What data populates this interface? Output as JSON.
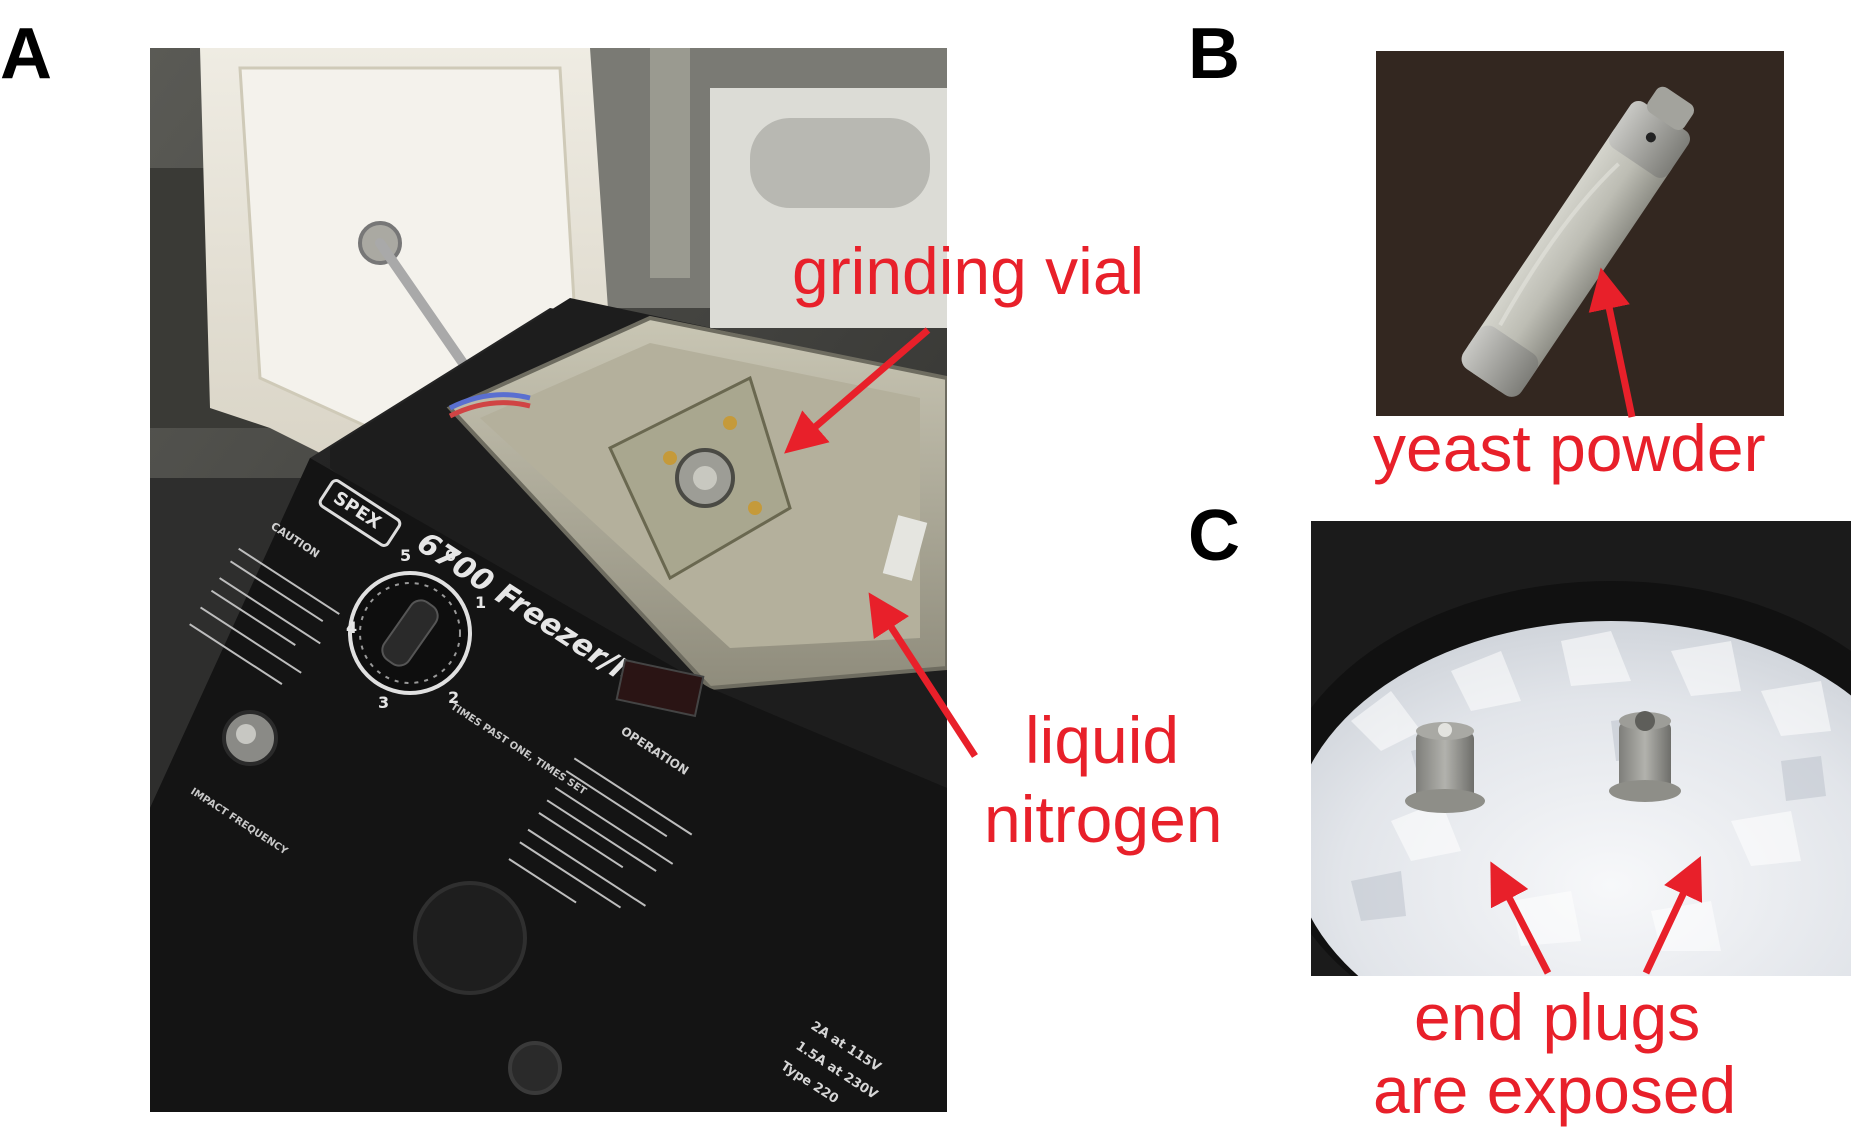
{
  "panels": {
    "a": {
      "letter": "A"
    },
    "b": {
      "letter": "B"
    },
    "c": {
      "letter": "C"
    }
  },
  "annotations": {
    "grinding_vial": "grinding vial",
    "liquid_nitrogen_line1": "liquid",
    "liquid_nitrogen_line2": "nitrogen",
    "yeast_powder": "yeast powder",
    "end_plugs_line1": "end plugs",
    "end_plugs_line2": "are exposed"
  },
  "device_text": {
    "brand": "SPEX",
    "model": "6700 Freezer/Mill",
    "caution_title": "CAUTION",
    "operation_title": "OPERATION",
    "timer_marks": [
      "5",
      "0",
      "1",
      "2",
      "3",
      "4"
    ],
    "timer_caption": "TIMES PAST ONE, TIMES SET",
    "knob_caption": "IMPACT FREQUENCY",
    "rating": [
      "2A at 115V",
      "1.5A at 230V",
      "Type 220"
    ]
  },
  "colors": {
    "annotation_red": "#e8202a",
    "letter_black": "#000000"
  }
}
